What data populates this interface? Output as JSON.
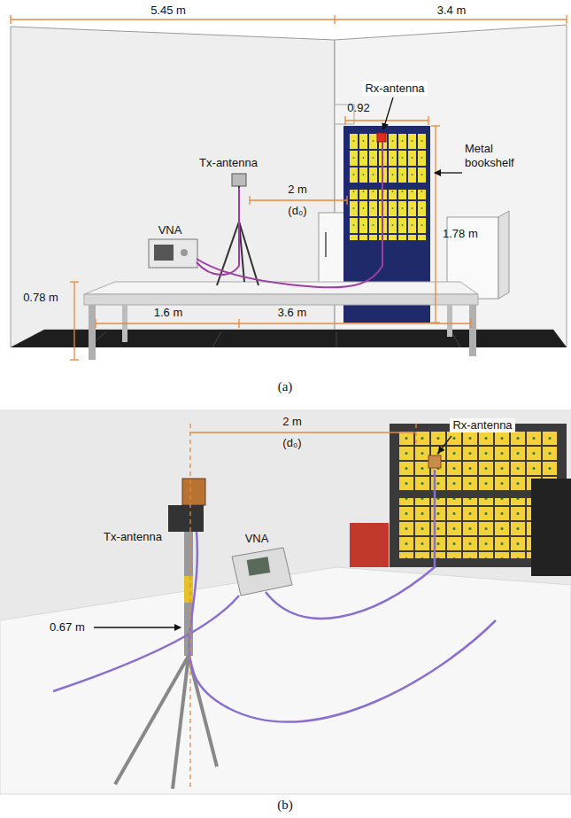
{
  "diagram": {
    "labels": [
      "5.45 m",
      "3.4 m",
      "Rx-antenna",
      "0.92",
      "Tx-antenna",
      "2 m",
      "(d₀)",
      "Metal bookshelf",
      "VNA",
      "1.78 m",
      "0.78 m",
      "1.6 m",
      "3.6 m",
      "(a)",
      "2 m",
      "(d₀)",
      "Rx-antenna",
      "Tx-antenna",
      "0.67 m",
      "VNA",
      "(b)"
    ]
  }
}
